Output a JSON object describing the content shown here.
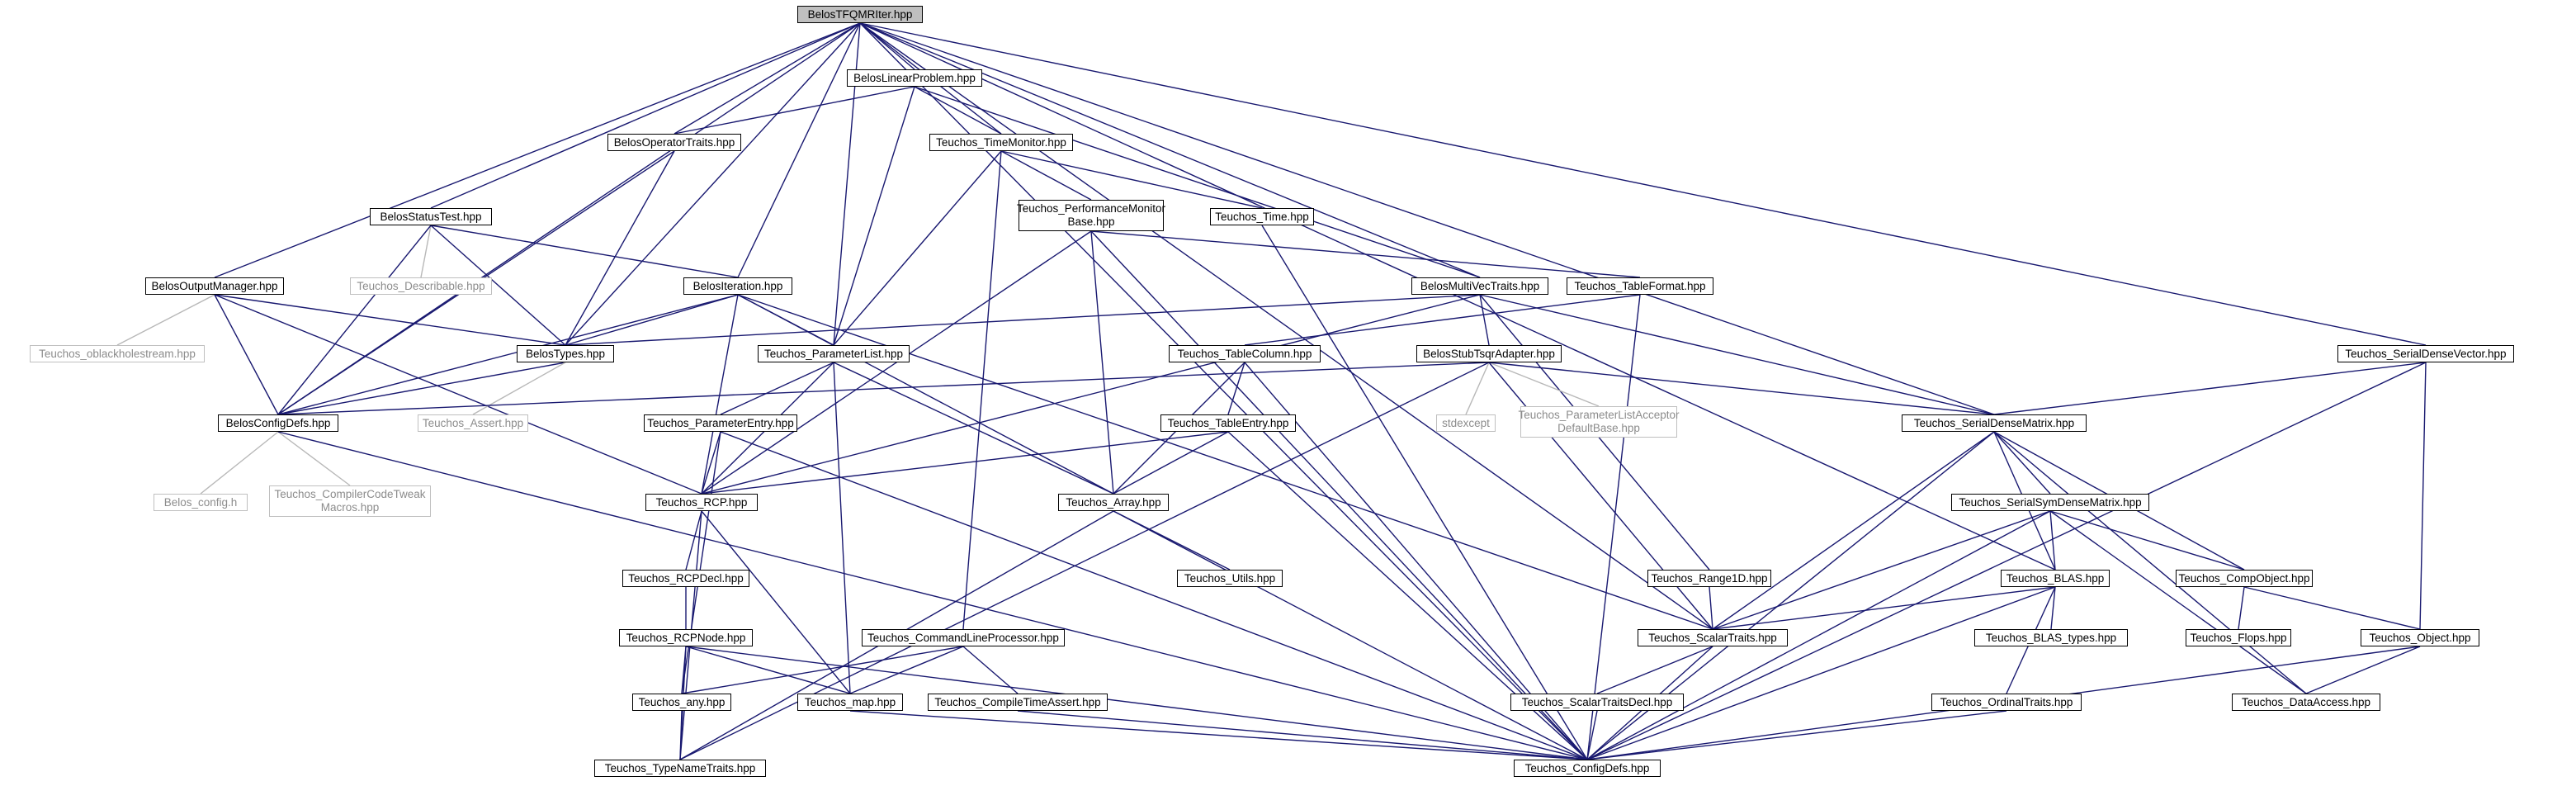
{
  "colors": {
    "edge": "#191970",
    "gray_edge": "#b8b8b8",
    "root_fill": "#bfbfbf",
    "gray_text": "#8c8c8c"
  },
  "nodes": {
    "root": "BelosTFQMRIter.hpp",
    "linear_problem": "BelosLinearProblem.hpp",
    "operator_traits": "BelosOperatorTraits.hpp",
    "time_monitor": "Teuchos_TimeMonitor.hpp",
    "status_test": "BelosStatusTest.hpp",
    "perf_monitor": "Teuchos_PerformanceMonitor\nBase.hpp",
    "teuchos_time": "Teuchos_Time.hpp",
    "describable": "Teuchos_Describable.hpp",
    "output_manager": "BelosOutputManager.hpp",
    "iteration": "BelosIteration.hpp",
    "multivec_traits": "BelosMultiVecTraits.hpp",
    "table_format": "Teuchos_TableFormat.hpp",
    "serial_dense_vector": "Teuchos_SerialDenseVector.hpp",
    "oblackhole": "Teuchos_oblackholestream.hpp",
    "belos_types": "BelosTypes.hpp",
    "parameter_list": "Teuchos_ParameterList.hpp",
    "table_column": "Teuchos_TableColumn.hpp",
    "stub_tsqr": "BelosStubTsqrAdapter.hpp",
    "config_defs": "BelosConfigDefs.hpp",
    "teuchos_assert": "Teuchos_Assert.hpp",
    "parameter_entry": "Teuchos_ParameterEntry.hpp",
    "table_entry": "Teuchos_TableEntry.hpp",
    "stdexcept": "stdexcept",
    "pl_acceptor": "Teuchos_ParameterListAcceptor\nDefaultBase.hpp",
    "serial_dense_matrix": "Teuchos_SerialDenseMatrix.hpp",
    "belos_config": "Belos_config.h",
    "compiler_code_tweak": "Teuchos_CompilerCodeTweak\nMacros.hpp",
    "rcp": "Teuchos_RCP.hpp",
    "array": "Teuchos_Array.hpp",
    "serial_sym_dense_matrix": "Teuchos_SerialSymDenseMatrix.hpp",
    "rcp_decl": "Teuchos_RCPDecl.hpp",
    "utils": "Teuchos_Utils.hpp",
    "range1d": "Teuchos_Range1D.hpp",
    "blas": "Teuchos_BLAS.hpp",
    "comp_object": "Teuchos_CompObject.hpp",
    "rcp_node": "Teuchos_RCPNode.hpp",
    "cmd_line_processor": "Teuchos_CommandLineProcessor.hpp",
    "scalar_traits": "Teuchos_ScalarTraits.hpp",
    "blas_types": "Teuchos_BLAS_types.hpp",
    "flops": "Teuchos_Flops.hpp",
    "teuchos_object": "Teuchos_Object.hpp",
    "any": "Teuchos_any.hpp",
    "map": "Teuchos_map.hpp",
    "compile_time_assert": "Teuchos_CompileTimeAssert.hpp",
    "scalar_traits_decl": "Teuchos_ScalarTraitsDecl.hpp",
    "ordinal_traits": "Teuchos_OrdinalTraits.hpp",
    "data_access": "Teuchos_DataAccess.hpp",
    "type_name_traits": "Teuchos_TypeNameTraits.hpp",
    "teuchos_config_defs": "Teuchos_ConfigDefs.hpp"
  }
}
